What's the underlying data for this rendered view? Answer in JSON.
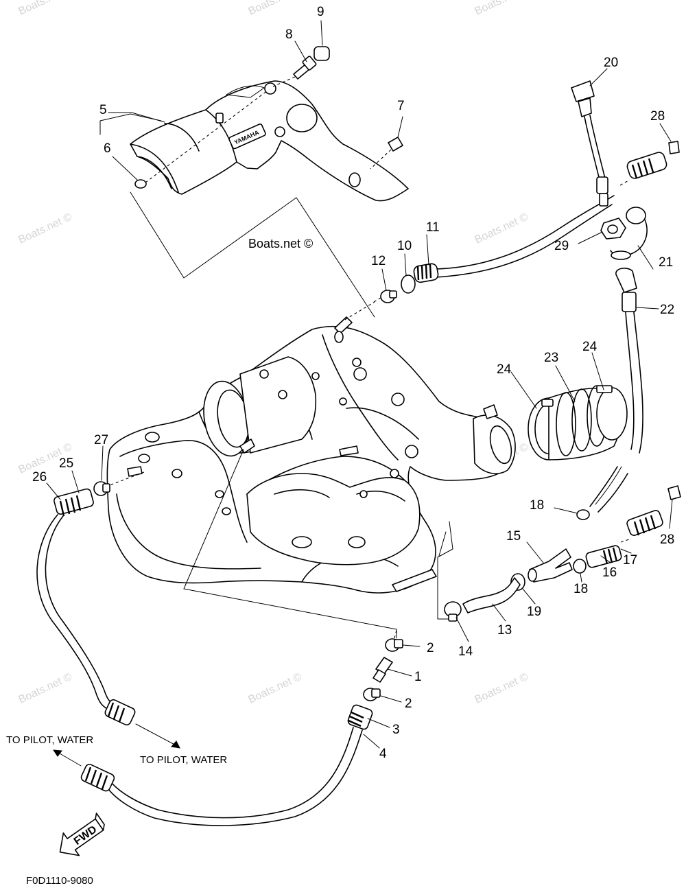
{
  "diagram_code": "F0D1110-9080",
  "stamp": "Boats.net ©",
  "watermark": "Boats.net ©",
  "fwd_label": "FWD",
  "logo_text": "YAMAHA",
  "notes": {
    "left": "TO PILOT, WATER",
    "right": "TO PILOT, WATER"
  },
  "callouts": {
    "c1": "1",
    "c2a": "2",
    "c2b": "2",
    "c3": "3",
    "c4": "4",
    "c5": "5",
    "c6": "6",
    "c7": "7",
    "c8": "8",
    "c9": "9",
    "c10": "10",
    "c11": "11",
    "c12": "12",
    "c13": "13",
    "c14": "14",
    "c15": "15",
    "c16": "16",
    "c17": "17",
    "c18a": "18",
    "c18b": "18",
    "c19": "19",
    "c20": "20",
    "c21": "21",
    "c22": "22",
    "c23": "23",
    "c24a": "24",
    "c24b": "24",
    "c25": "25",
    "c26": "26",
    "c27": "27",
    "c28a": "28",
    "c28b": "28",
    "c29": "29"
  }
}
